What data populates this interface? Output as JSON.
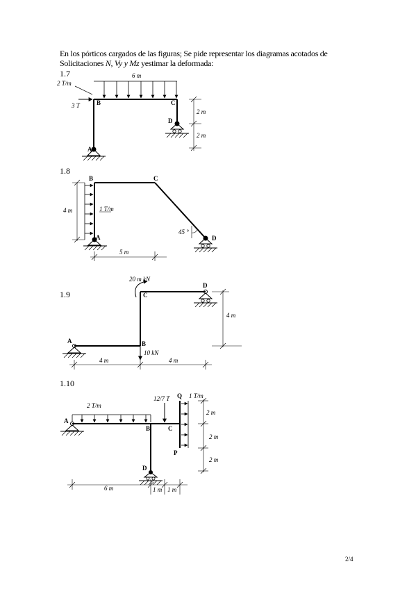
{
  "intro": {
    "line1": "En los pórticos cargados de las figuras; Se pide representar los diagramas acotados de",
    "line2_a": "Solicitaciones ",
    "line2_vars": "N, Vy y Mz",
    "line2_b": " yestimar la deformada:"
  },
  "problems": [
    {
      "number": "1.7",
      "nodes": [
        "A",
        "B",
        "C",
        "D"
      ],
      "loads": [
        "2 T/m",
        "3 T"
      ],
      "dims": [
        "6 m",
        "2 m",
        "2 m"
      ]
    },
    {
      "number": "1.8",
      "nodes": [
        "A",
        "B",
        "C",
        "D"
      ],
      "loads": [
        "1 T/m"
      ],
      "dims": [
        "4 m",
        "5 m"
      ],
      "angle": "45 °"
    },
    {
      "number": "1.9",
      "nodes": [
        "A",
        "B",
        "C",
        "D"
      ],
      "loads": [
        "20 m kN",
        "10 kN"
      ],
      "dims": [
        "4 m",
        "4 m",
        "4 m"
      ]
    },
    {
      "number": "1.10",
      "nodes": [
        "A",
        "B",
        "C",
        "D",
        "Q",
        "P"
      ],
      "loads": [
        "2 T/m",
        "12/7 T",
        "1 T/m"
      ],
      "dims": [
        "2 m",
        "2 m",
        "2 m",
        "6 m",
        "1 m",
        "1 m"
      ]
    }
  ],
  "footer": {
    "page": "2/4"
  }
}
